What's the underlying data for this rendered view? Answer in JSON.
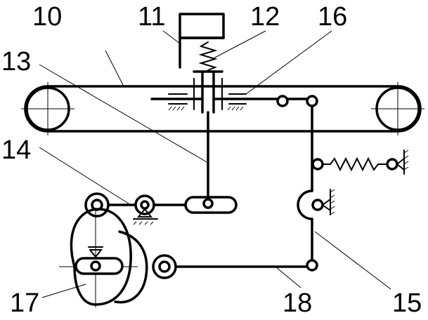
{
  "labels": {
    "belt": "10",
    "actuator": "11",
    "spring_top": "12",
    "rod": "13",
    "lever": "14",
    "link_right": "15",
    "bar_top": "16",
    "cam": "17",
    "bar_bottom": "18"
  }
}
